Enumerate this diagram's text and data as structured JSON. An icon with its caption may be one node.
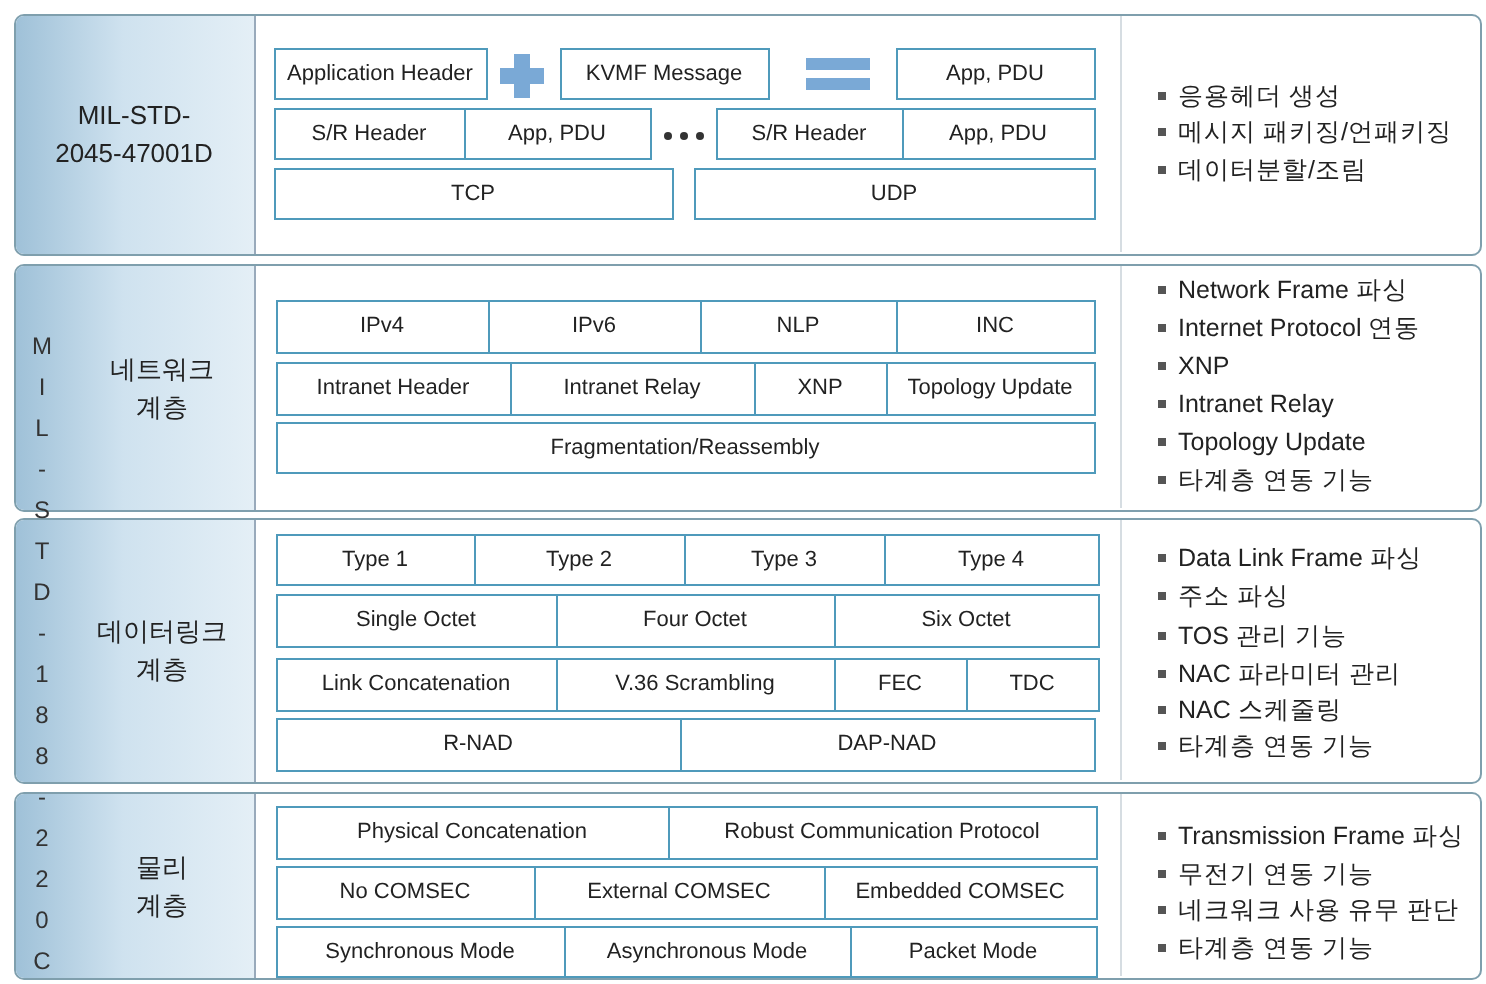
{
  "diagram": {
    "nodes": [
      {
        "text": [],
        "shape": "box"
      },
      {
        "text": [
          "MIL-STD-2045-47001D"
        ],
        "in": 0
      },
      {
        "text": [
          "Application Header"
        ],
        "in": 0
      },
      {
        "text": [
          "KVMF Message"
        ],
        "in": 0
      },
      {
        "text": [
          "App, PDU"
        ],
        "in": 0
      },
      {
        "text": [
          "S/R Header"
        ],
        "in": 0
      },
      {
        "text": [
          "App, PDU"
        ],
        "in": 0
      },
      {
        "text": [
          "S/R Header"
        ],
        "in": 0
      },
      {
        "text": [
          "App, PDU"
        ],
        "in": 0
      },
      {
        "text": [
          "TCP"
        ],
        "in": 0
      },
      {
        "text": [
          "UDP"
        ],
        "in": 0
      },
      {
        "text": [],
        "shape": "box"
      },
      {
        "text": [
          "네트워크 계층"
        ],
        "in": 11
      },
      {
        "text": [
          "IPv4"
        ],
        "in": 11
      },
      {
        "text": [
          "IPv6"
        ],
        "in": 11
      },
      {
        "text": [
          "NLP"
        ],
        "in": 11
      },
      {
        "text": [
          "INC"
        ],
        "in": 11
      },
      {
        "text": [
          "Intranet Header"
        ],
        "in": 11
      },
      {
        "text": [
          "Intranet Relay"
        ],
        "in": 11
      },
      {
        "text": [
          "XNP"
        ],
        "in": 11
      },
      {
        "text": [
          "Topology Update"
        ],
        "in": 11
      },
      {
        "text": [
          "Fragmentation/Reassembly"
        ],
        "in": 11
      },
      {
        "text": [],
        "shape": "box"
      },
      {
        "text": [
          "데이터링크 계층"
        ],
        "in": 22
      },
      {
        "text": [
          "Type 1"
        ],
        "in": 22
      },
      {
        "text": [
          "Type 2"
        ],
        "in": 22
      },
      {
        "text": [
          "Type 3"
        ],
        "in": 22
      },
      {
        "text": [
          "Type 4"
        ],
        "in": 22
      },
      {
        "text": [
          "Single Octet"
        ],
        "in": 22
      },
      {
        "text": [
          "Four Octet"
        ],
        "in": 22
      },
      {
        "text": [
          "Six Octet"
        ],
        "in": 22
      },
      {
        "text": [
          "Link Concatenation"
        ],
        "in": 22
      },
      {
        "text": [
          "V.36 Scrambling"
        ],
        "in": 22
      },
      {
        "text": [
          "FEC"
        ],
        "in": 22
      },
      {
        "text": [
          "TDC"
        ],
        "in": 22
      },
      {
        "text": [
          "R-NAD"
        ],
        "in": 22
      },
      {
        "text": [
          "DAP-NAD"
        ],
        "in": 22
      },
      {
        "text": [],
        "shape": "box"
      },
      {
        "text": [
          "물리 계층"
        ],
        "in": 37
      },
      {
        "text": [
          "Physical Concatenation"
        ],
        "in": 37
      },
      {
        "text": [
          "Robust Communication Protocol"
        ],
        "in": 37
      },
      {
        "text": [
          "No COMSEC"
        ],
        "in": 37
      },
      {
        "text": [
          "External COMSEC"
        ],
        "in": 37
      },
      {
        "text": [
          "Embedded COMSEC"
        ],
        "in": 37
      },
      {
        "text": [
          "Synchronous Mode"
        ],
        "in": 37
      },
      {
        "text": [
          "Asynchronous Mode"
        ],
        "in": 37
      },
      {
        "text": [
          "Packet Mode"
        ],
        "in": 37
      }
    ],
    "labels": [
      "응용헤더 생성",
      "메시지 패키징/언패키징",
      "데이터분할/조림",
      "MIL-STD-188-220C",
      "Network Frame 파싱",
      "Internet Protocol 연동",
      "XNP",
      "Intranet Relay",
      "Topology Update",
      "타계층 연동 기능",
      "Data Link Frame 파싱",
      "주소 파싱",
      "TOS 관리 기능",
      "NAC 파라미터 관리",
      "NAC 스케줄링",
      "타계층 연동 기능",
      "Transmission Frame 파싱",
      "무전기 연동 기능",
      "네크워크 사용 유무 판단",
      "타계층 연동 기능"
    ]
  }
}
